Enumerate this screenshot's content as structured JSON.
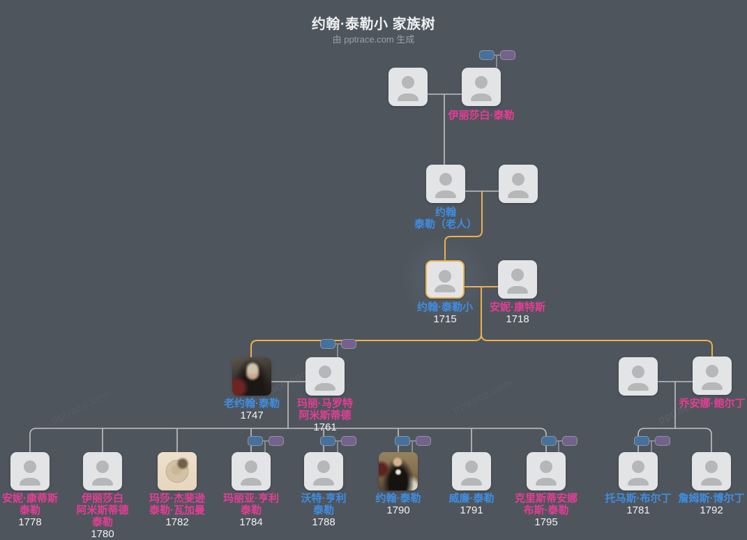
{
  "title": "约翰·泰勒小 家族树",
  "subtitle": "由 pptrace.com 生成",
  "watermark": "pptrace.com",
  "colors": {
    "background": "#4f555c",
    "male": "#3e8ee3",
    "female": "#e53d96",
    "year": "#f2f3f4",
    "highlight": "#ecb24b",
    "line": "#d4d6d8",
    "chip_blue": "#44719e",
    "chip_purple": "#74618e"
  },
  "people": {
    "g1_father": {
      "name": "",
      "gender": "unknown"
    },
    "elizabeth_tyler": {
      "name": "伊丽莎白·泰勒",
      "gender": "female"
    },
    "john_the_elder": {
      "name": "约翰\n泰勒（老人）",
      "gender": "male"
    },
    "g2_spouse": {
      "name": "",
      "gender": "unknown"
    },
    "john_tyler_jr": {
      "name": "约翰·泰勒小",
      "year": "1715",
      "gender": "male"
    },
    "anne_contesse": {
      "name": "安妮·康特斯",
      "year": "1718",
      "gender": "female"
    },
    "john_tyler_sr": {
      "name": "老约翰·泰勒",
      "year": "1747",
      "gender": "male"
    },
    "mary_marot": {
      "name": "玛丽·马罗特\n阿米斯蒂德",
      "year": "1761",
      "gender": "female"
    },
    "g4_spouse": {
      "name": "",
      "gender": "unknown"
    },
    "joanna_bolling": {
      "name": "乔安娜·鲍尔丁",
      "gender": "female"
    },
    "anne_contesse_tyler": {
      "name": "安妮·康蒂斯\n泰勒",
      "year": "1778",
      "gender": "female"
    },
    "elizabeth_armistead_tyler": {
      "name": "伊丽莎白\n阿米斯蒂德\n泰勒",
      "year": "1780",
      "gender": "female"
    },
    "martha_jefferson": {
      "name": "玛莎·杰斐逊\n泰勒·瓦加曼",
      "year": "1782",
      "gender": "female"
    },
    "maria_henry_tyler": {
      "name": "玛丽亚·亨利\n泰勒",
      "year": "1784",
      "gender": "female"
    },
    "wat_henry_tyler": {
      "name": "沃特·亨利\n泰勒",
      "year": "1788",
      "gender": "male"
    },
    "john_tyler": {
      "name": "约翰·泰勒",
      "year": "1790",
      "gender": "male"
    },
    "william_tyler": {
      "name": "威廉·泰勒",
      "year": "1791",
      "gender": "male"
    },
    "christiana_booth_tyler": {
      "name": "克里斯蒂安娜\n布斯·泰勒",
      "year": "1795",
      "gender": "female"
    },
    "thomas_bolling": {
      "name": "托马斯·布尔丁",
      "year": "1781",
      "gender": "male"
    },
    "james_bolling": {
      "name": "詹姆斯·博尔丁",
      "year": "1792",
      "gender": "male"
    }
  }
}
